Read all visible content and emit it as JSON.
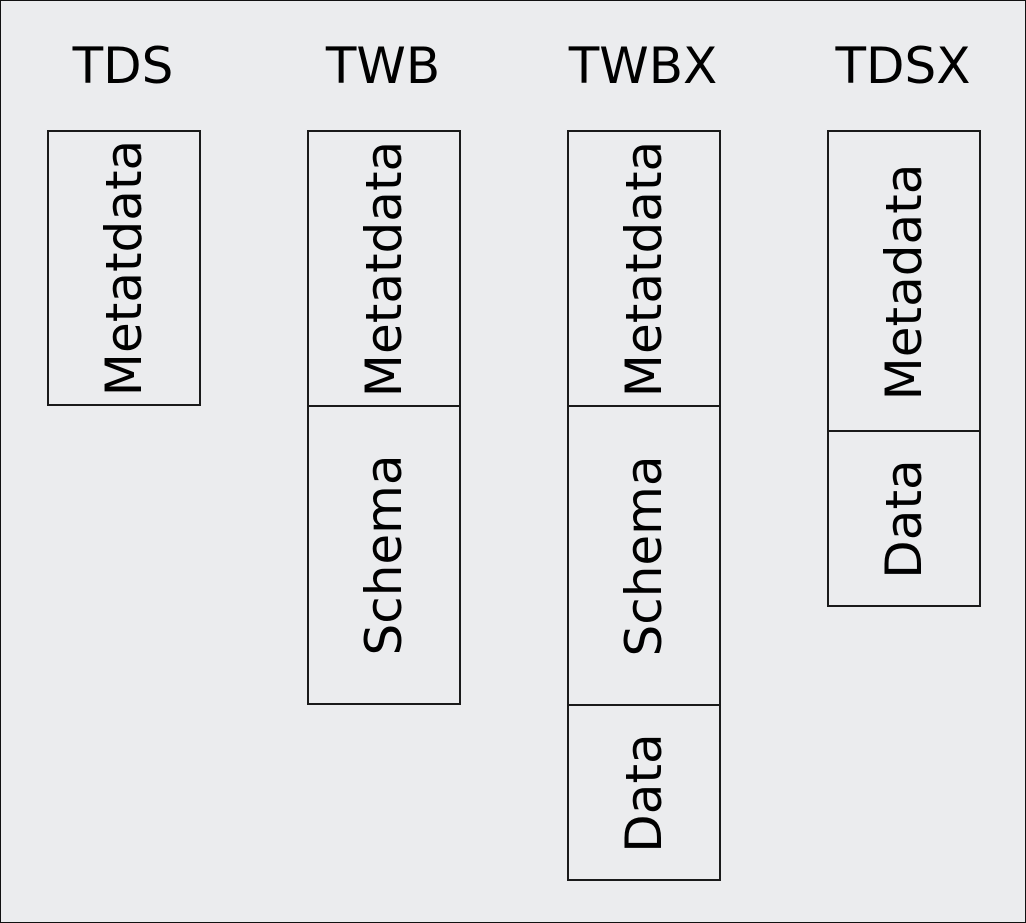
{
  "columns": [
    {
      "title": "TDS",
      "segments": [
        "Metatdata"
      ]
    },
    {
      "title": "TWB",
      "segments": [
        "Metatdata",
        "Schema"
      ]
    },
    {
      "title": "TWBX",
      "segments": [
        "Metatdata",
        "Schema",
        "Data"
      ]
    },
    {
      "title": "TDSX",
      "segments": [
        "Metadata",
        "Data"
      ]
    }
  ]
}
